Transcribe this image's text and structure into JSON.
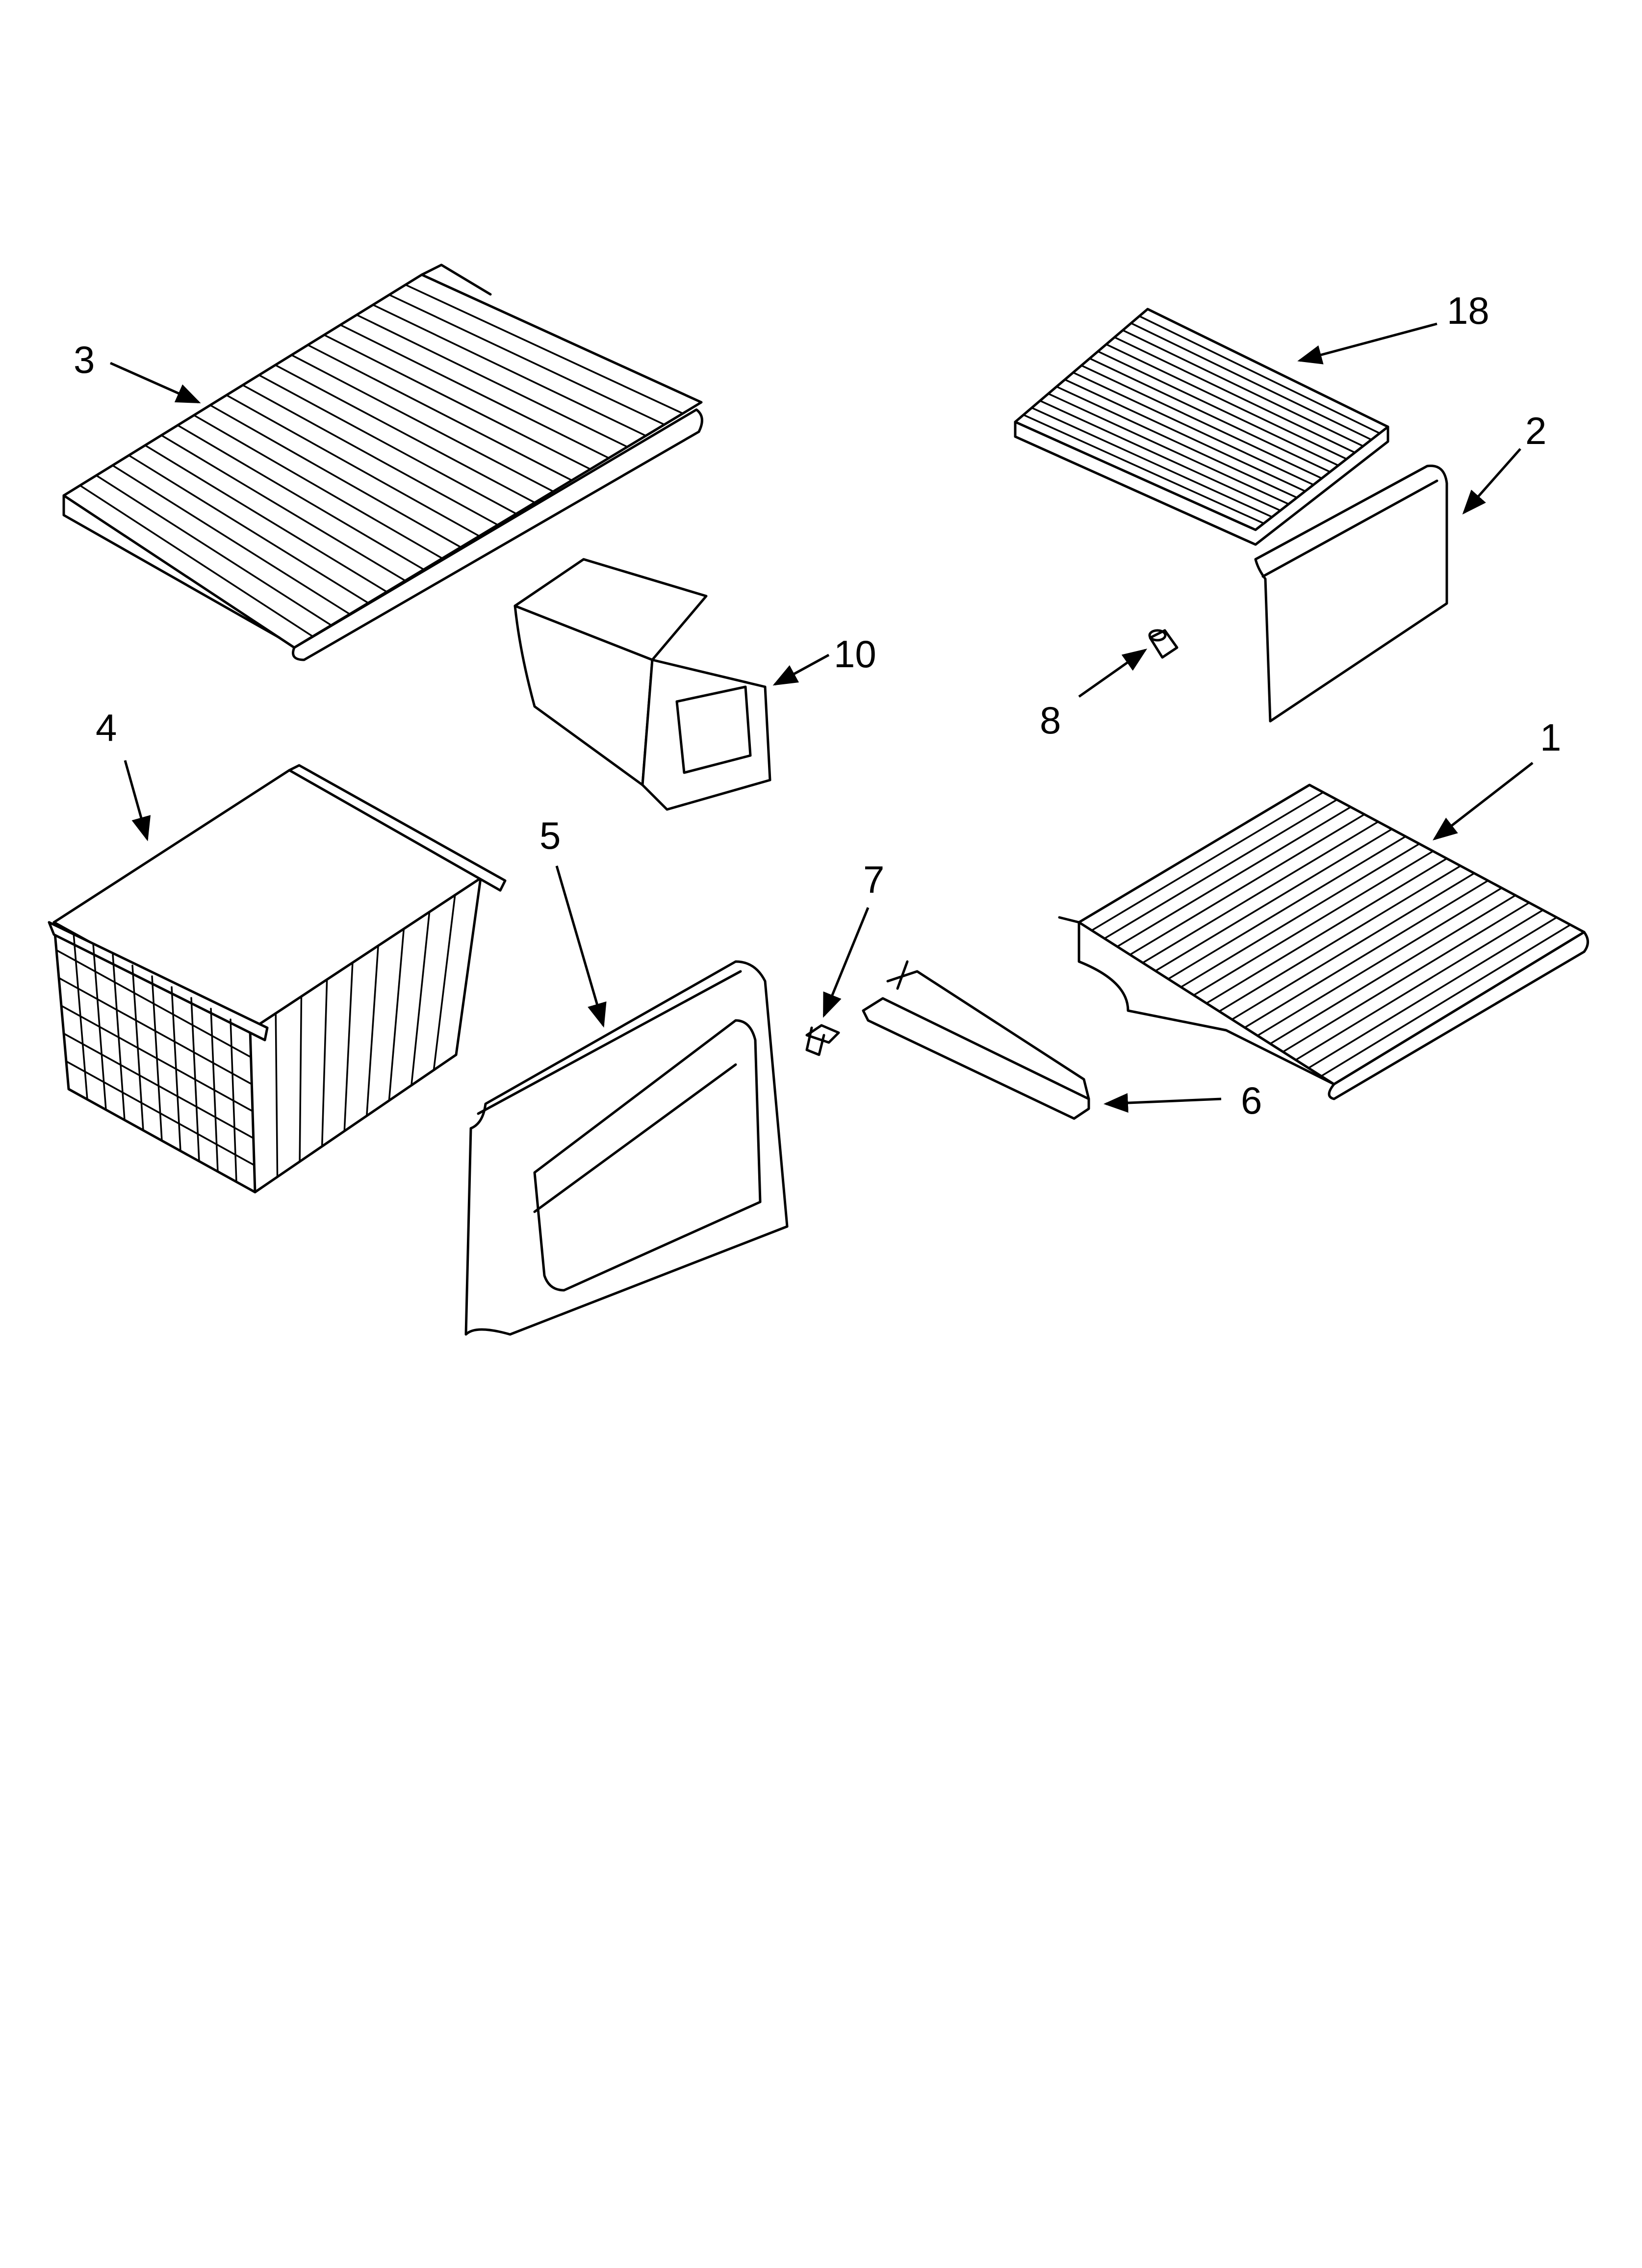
{
  "callouts": [
    {
      "id": "c3",
      "text": "3"
    },
    {
      "id": "c18",
      "text": "18"
    },
    {
      "id": "c2",
      "text": "2"
    },
    {
      "id": "c10",
      "text": "10"
    },
    {
      "id": "c8",
      "text": "8"
    },
    {
      "id": "c1",
      "text": "1"
    },
    {
      "id": "c4",
      "text": "4"
    },
    {
      "id": "c5",
      "text": "5"
    },
    {
      "id": "c7",
      "text": "7"
    },
    {
      "id": "c6",
      "text": "6"
    }
  ]
}
